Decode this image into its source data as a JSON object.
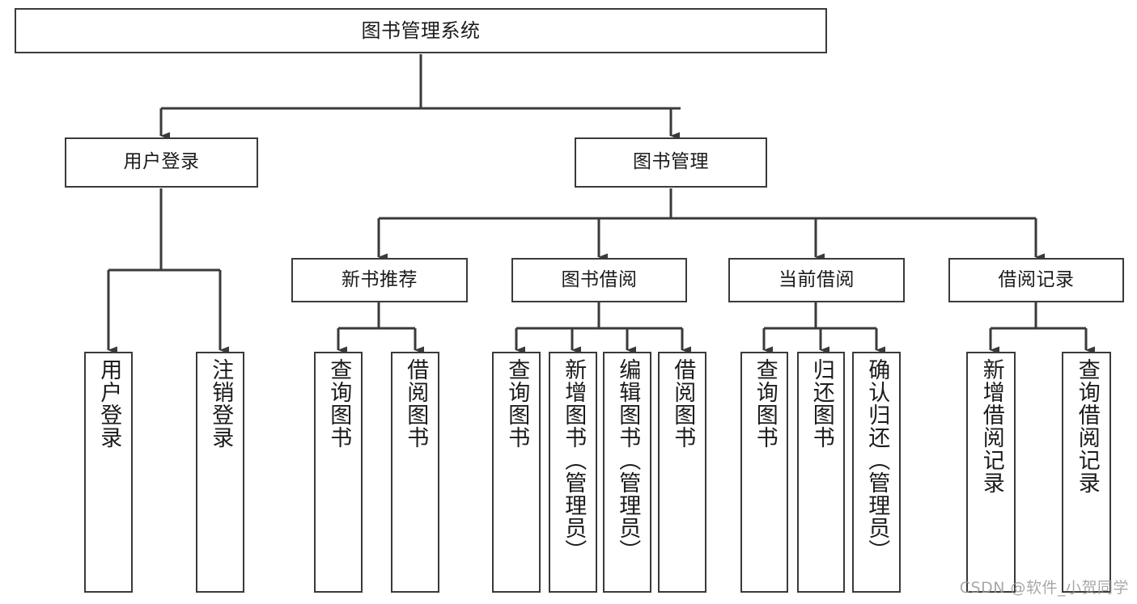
{
  "diagram": {
    "title": "图书管理系统",
    "type": "tree",
    "orientation": "top-down",
    "colors": {
      "box_border": "#3a3a3a",
      "box_fill": "#ffffff",
      "connector": "#3a3a3a",
      "text": "#1b1b1b",
      "watermark": "#9a9a9a",
      "background": "#ffffff"
    }
  },
  "nodes": {
    "root": {
      "id": "root",
      "label": "图书管理系统",
      "level": 0,
      "orientation": "horizontal"
    },
    "level1": [
      {
        "id": "user-login",
        "label": "用户登录",
        "level": 1,
        "orientation": "horizontal"
      },
      {
        "id": "book-manage",
        "label": "图书管理",
        "level": 1,
        "orientation": "horizontal"
      }
    ],
    "level2": [
      {
        "id": "new-book-recommend",
        "label": "新书推荐",
        "level": 2,
        "orientation": "horizontal",
        "parent": "book-manage"
      },
      {
        "id": "book-borrow",
        "label": "图书借阅",
        "level": 2,
        "orientation": "horizontal",
        "parent": "book-manage"
      },
      {
        "id": "current-borrow",
        "label": "当前借阅",
        "level": 2,
        "orientation": "horizontal",
        "parent": "book-manage"
      },
      {
        "id": "borrow-record",
        "label": "借阅记录",
        "level": 2,
        "orientation": "horizontal",
        "parent": "book-manage"
      }
    ],
    "leaves": [
      {
        "id": "leaf-user-login",
        "label": "用户登录",
        "level": 3,
        "orientation": "vertical",
        "parent": "user-login"
      },
      {
        "id": "leaf-logout-login",
        "label": "注销登录",
        "level": 3,
        "orientation": "vertical",
        "parent": "user-login"
      },
      {
        "id": "leaf-query-book-1",
        "label": "查询图书",
        "level": 3,
        "orientation": "vertical",
        "parent": "new-book-recommend"
      },
      {
        "id": "leaf-borrow-book-1",
        "label": "借阅图书",
        "level": 3,
        "orientation": "vertical",
        "parent": "new-book-recommend"
      },
      {
        "id": "leaf-query-book-2",
        "label": "查询图书",
        "level": 3,
        "orientation": "vertical",
        "parent": "book-borrow"
      },
      {
        "id": "leaf-add-book",
        "label": "新增图书（管理员）",
        "level": 3,
        "orientation": "vertical",
        "parent": "book-borrow"
      },
      {
        "id": "leaf-edit-book",
        "label": "编辑图书（管理员）",
        "level": 3,
        "orientation": "vertical",
        "parent": "book-borrow"
      },
      {
        "id": "leaf-borrow-book-2",
        "label": "借阅图书",
        "level": 3,
        "orientation": "vertical",
        "parent": "book-borrow"
      },
      {
        "id": "leaf-query-book-3",
        "label": "查询图书",
        "level": 3,
        "orientation": "vertical",
        "parent": "current-borrow"
      },
      {
        "id": "leaf-return-book",
        "label": "归还图书",
        "level": 3,
        "orientation": "vertical",
        "parent": "current-borrow"
      },
      {
        "id": "leaf-confirm-return",
        "label": "确认归还（管理员）",
        "level": 3,
        "orientation": "vertical",
        "parent": "current-borrow"
      },
      {
        "id": "leaf-add-record",
        "label": "新增借阅记录",
        "level": 3,
        "orientation": "vertical",
        "parent": "borrow-record"
      },
      {
        "id": "leaf-query-record",
        "label": "查询借阅记录",
        "level": 3,
        "orientation": "vertical",
        "parent": "borrow-record"
      }
    ]
  },
  "watermark": {
    "text": "CSDN @软件_小贺同学"
  }
}
